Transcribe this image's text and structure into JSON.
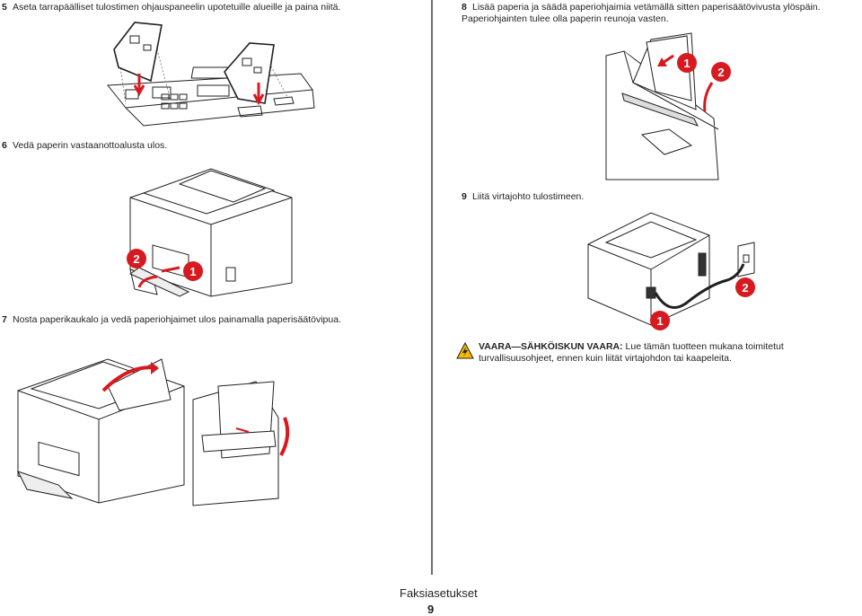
{
  "steps": {
    "s5": {
      "num": "5",
      "text": "Aseta tarrapäälliset tulostimen ohjauspaneelin upotetuille alueille ja paina niitä."
    },
    "s6": {
      "num": "6",
      "text": "Vedä paperin vastaanottoalusta ulos."
    },
    "s7": {
      "num": "7",
      "text": "Nosta paperikaukalo ja vedä paperiohjaimet ulos painamalla paperisäätövipua."
    },
    "s8": {
      "num": "8",
      "text": "Lisää paperia ja säädä paperiohjaimia vetämällä sitten paperisäätövivusta ylöspäin. Paperiohjainten tulee olla paperin reunoja vasten."
    },
    "s9": {
      "num": "9",
      "text": "Liitä virtajohto tulostimeen."
    }
  },
  "callouts": {
    "one": "1",
    "two": "2"
  },
  "warning": {
    "label": "VAARA—SÄHKÖISKUN VAARA:",
    "text": " Lue tämän tuotteen mukana toimitetut turvallisuusohjeet, ennen kuin liität virtajohdon tai kaapeleita."
  },
  "footer": {
    "title": "Faksiasetukset",
    "page": "9"
  },
  "colors": {
    "callout": "#d71920",
    "arrow": "#d71920",
    "warning_fill": "#f5b800",
    "line": "#231f20"
  }
}
